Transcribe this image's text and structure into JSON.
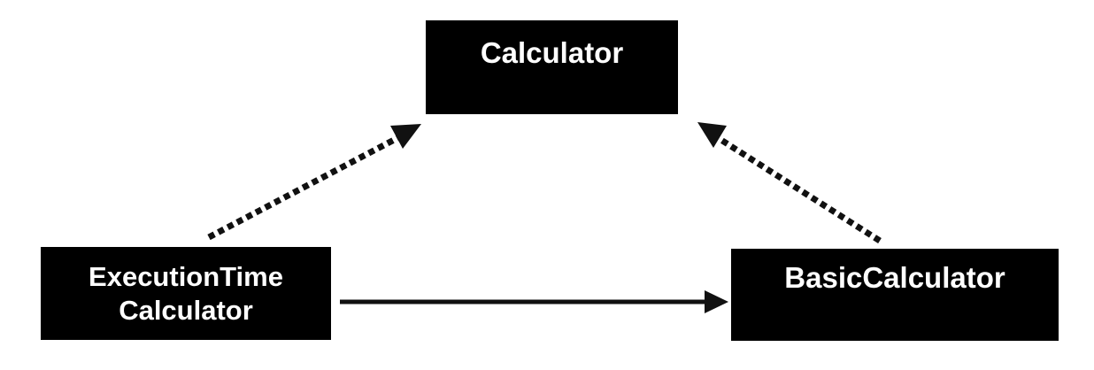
{
  "diagram": {
    "nodes": {
      "calculator": {
        "label": "Calculator"
      },
      "execution_time_calculator": {
        "label_lines": [
          "ExecutionTime",
          "Calculator"
        ]
      },
      "basic_calculator": {
        "label": "BasicCalculator"
      }
    },
    "edges": [
      {
        "from": "execution_time_calculator",
        "to": "calculator",
        "style": "dashed",
        "arrow": "filled-triangle"
      },
      {
        "from": "basic_calculator",
        "to": "calculator",
        "style": "dashed",
        "arrow": "filled-triangle"
      },
      {
        "from": "execution_time_calculator",
        "to": "basic_calculator",
        "style": "solid",
        "arrow": "filled-triangle"
      }
    ],
    "colors": {
      "node_fill": "#000000",
      "node_text": "#ffffff",
      "edge": "#111111",
      "background": "#ffffff"
    }
  }
}
